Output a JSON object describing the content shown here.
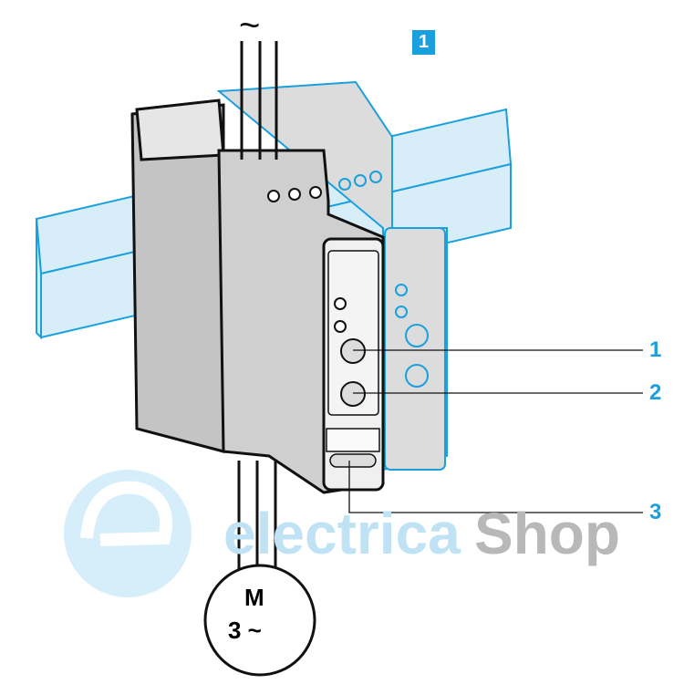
{
  "supply_symbol": "~",
  "badge": "1",
  "callouts": [
    "1",
    "2",
    "3"
  ],
  "motor": {
    "label": "M",
    "phase": "3 ~"
  },
  "watermark": {
    "part1": "electrica",
    "part2": "Shop"
  },
  "colors": {
    "accent": "#1aa0dc",
    "rail_fill": "#d7eef9",
    "module_grey": "#c8c8c8"
  }
}
